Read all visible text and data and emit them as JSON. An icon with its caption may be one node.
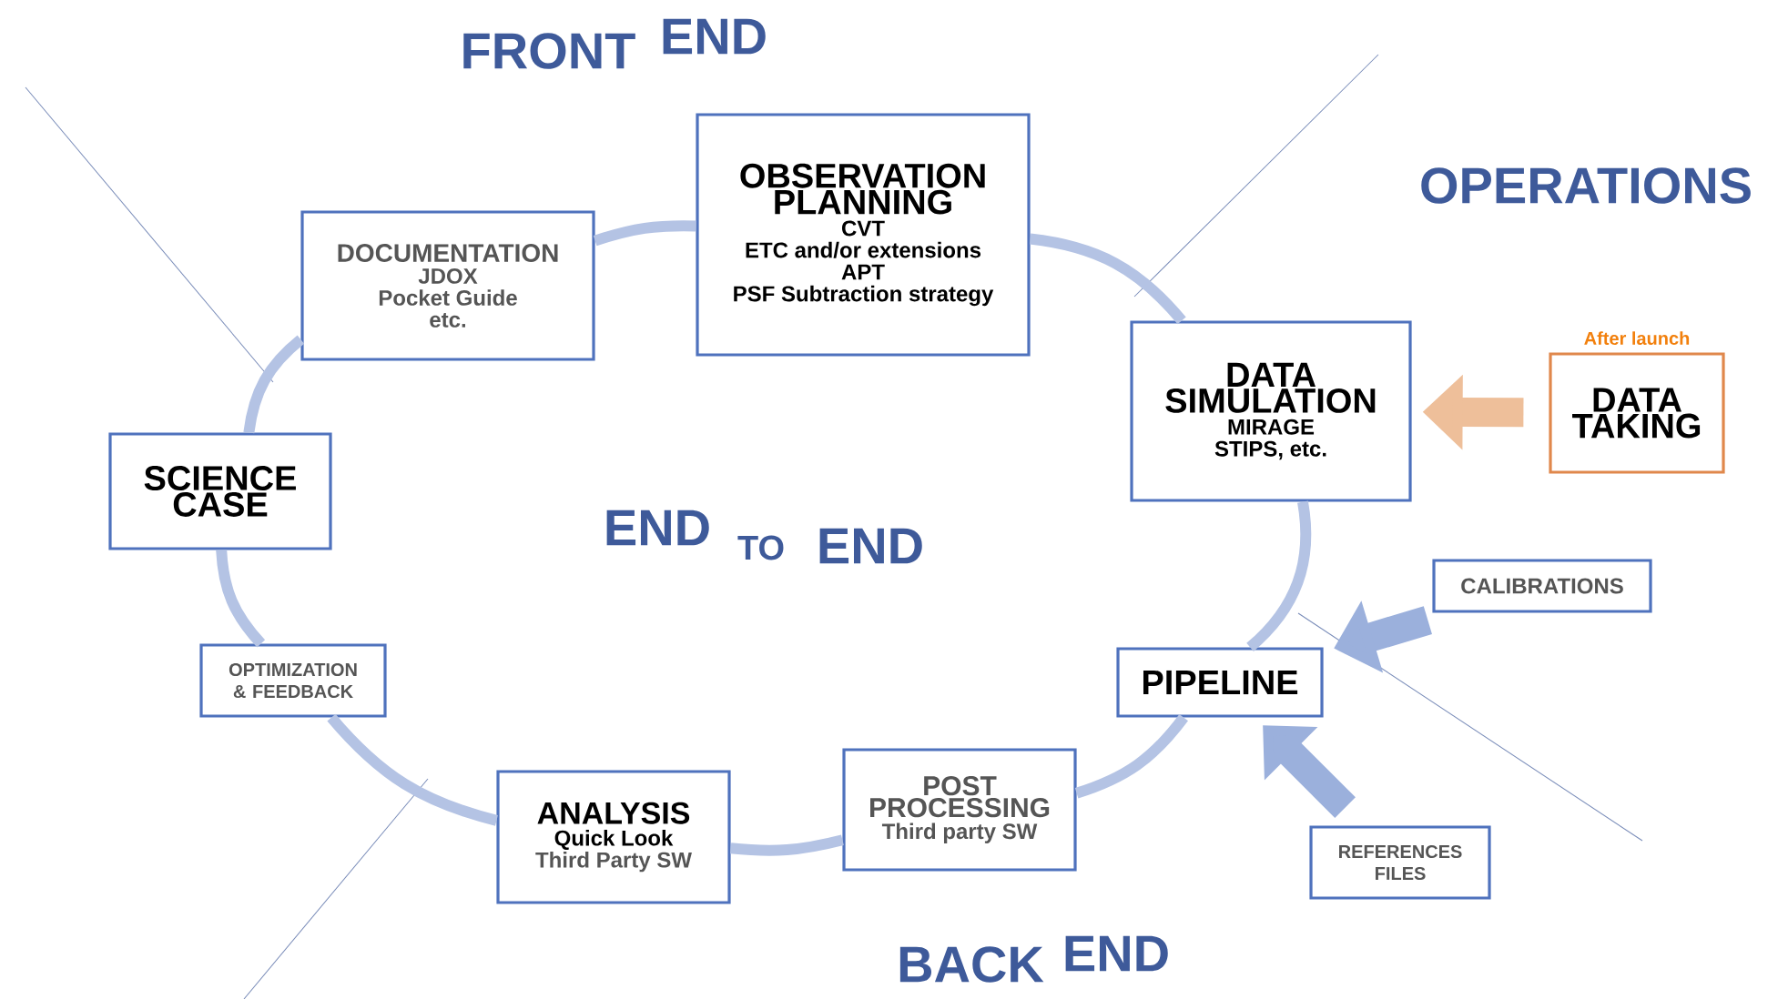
{
  "diagram": {
    "nodes": [
      {
        "text": [
          "OBSERVATION PLANNING",
          "CVT",
          "ETC and/or extensions",
          "APT",
          "PSF Subtraction strategy"
        ]
      },
      {
        "text": [
          "DOCUMENTATION",
          "JDOX",
          "Pocket Guide",
          "etc."
        ]
      },
      {
        "text": [
          "DATA SIMULATION",
          "MIRAGE",
          "STIPS, etc."
        ]
      },
      {
        "text": [
          "DATA TAKING"
        ],
        "beside": [
          "After launch"
        ]
      },
      {
        "text": [
          "SCIENCE CASE"
        ]
      },
      {
        "text": [
          "CALIBRATIONS"
        ]
      },
      {
        "text": [
          "OPTIMIZATION & FEEDBACK"
        ]
      },
      {
        "text": [
          "PIPELINE"
        ]
      },
      {
        "text": [
          "ANALYSIS",
          "Quick Look",
          "Third Party SW"
        ]
      },
      {
        "text": [
          "POST PROCESSING",
          "Third party SW"
        ]
      },
      {
        "text": [
          "REFERENCES FILES"
        ]
      }
    ],
    "edges": [
      {
        "from": 0,
        "to": 2,
        "arrow": "none"
      },
      {
        "from": 2,
        "to": 7,
        "arrow": "none"
      },
      {
        "from": 7,
        "to": 9,
        "arrow": "none"
      },
      {
        "from": 9,
        "to": 8,
        "arrow": "none"
      },
      {
        "from": 8,
        "to": 6,
        "arrow": "none"
      },
      {
        "from": 6,
        "to": 4,
        "arrow": "none"
      },
      {
        "from": 4,
        "to": 1,
        "arrow": "none"
      },
      {
        "from": 1,
        "to": 0,
        "arrow": "none"
      },
      {
        "from": 3,
        "to": 2,
        "arrow": "to",
        "style": "thick",
        "color": "#eebf9a"
      },
      {
        "from": 5,
        "to": 7,
        "arrow": "to",
        "style": "thick",
        "color": "#9bb0dc"
      },
      {
        "from": 10,
        "to": 7,
        "arrow": "to",
        "style": "thick",
        "color": "#9bb0dc"
      }
    ],
    "labels": [
      "FRONT",
      "END",
      "OPERATIONS",
      "END",
      "TO",
      "END",
      "BACK",
      "END"
    ]
  }
}
